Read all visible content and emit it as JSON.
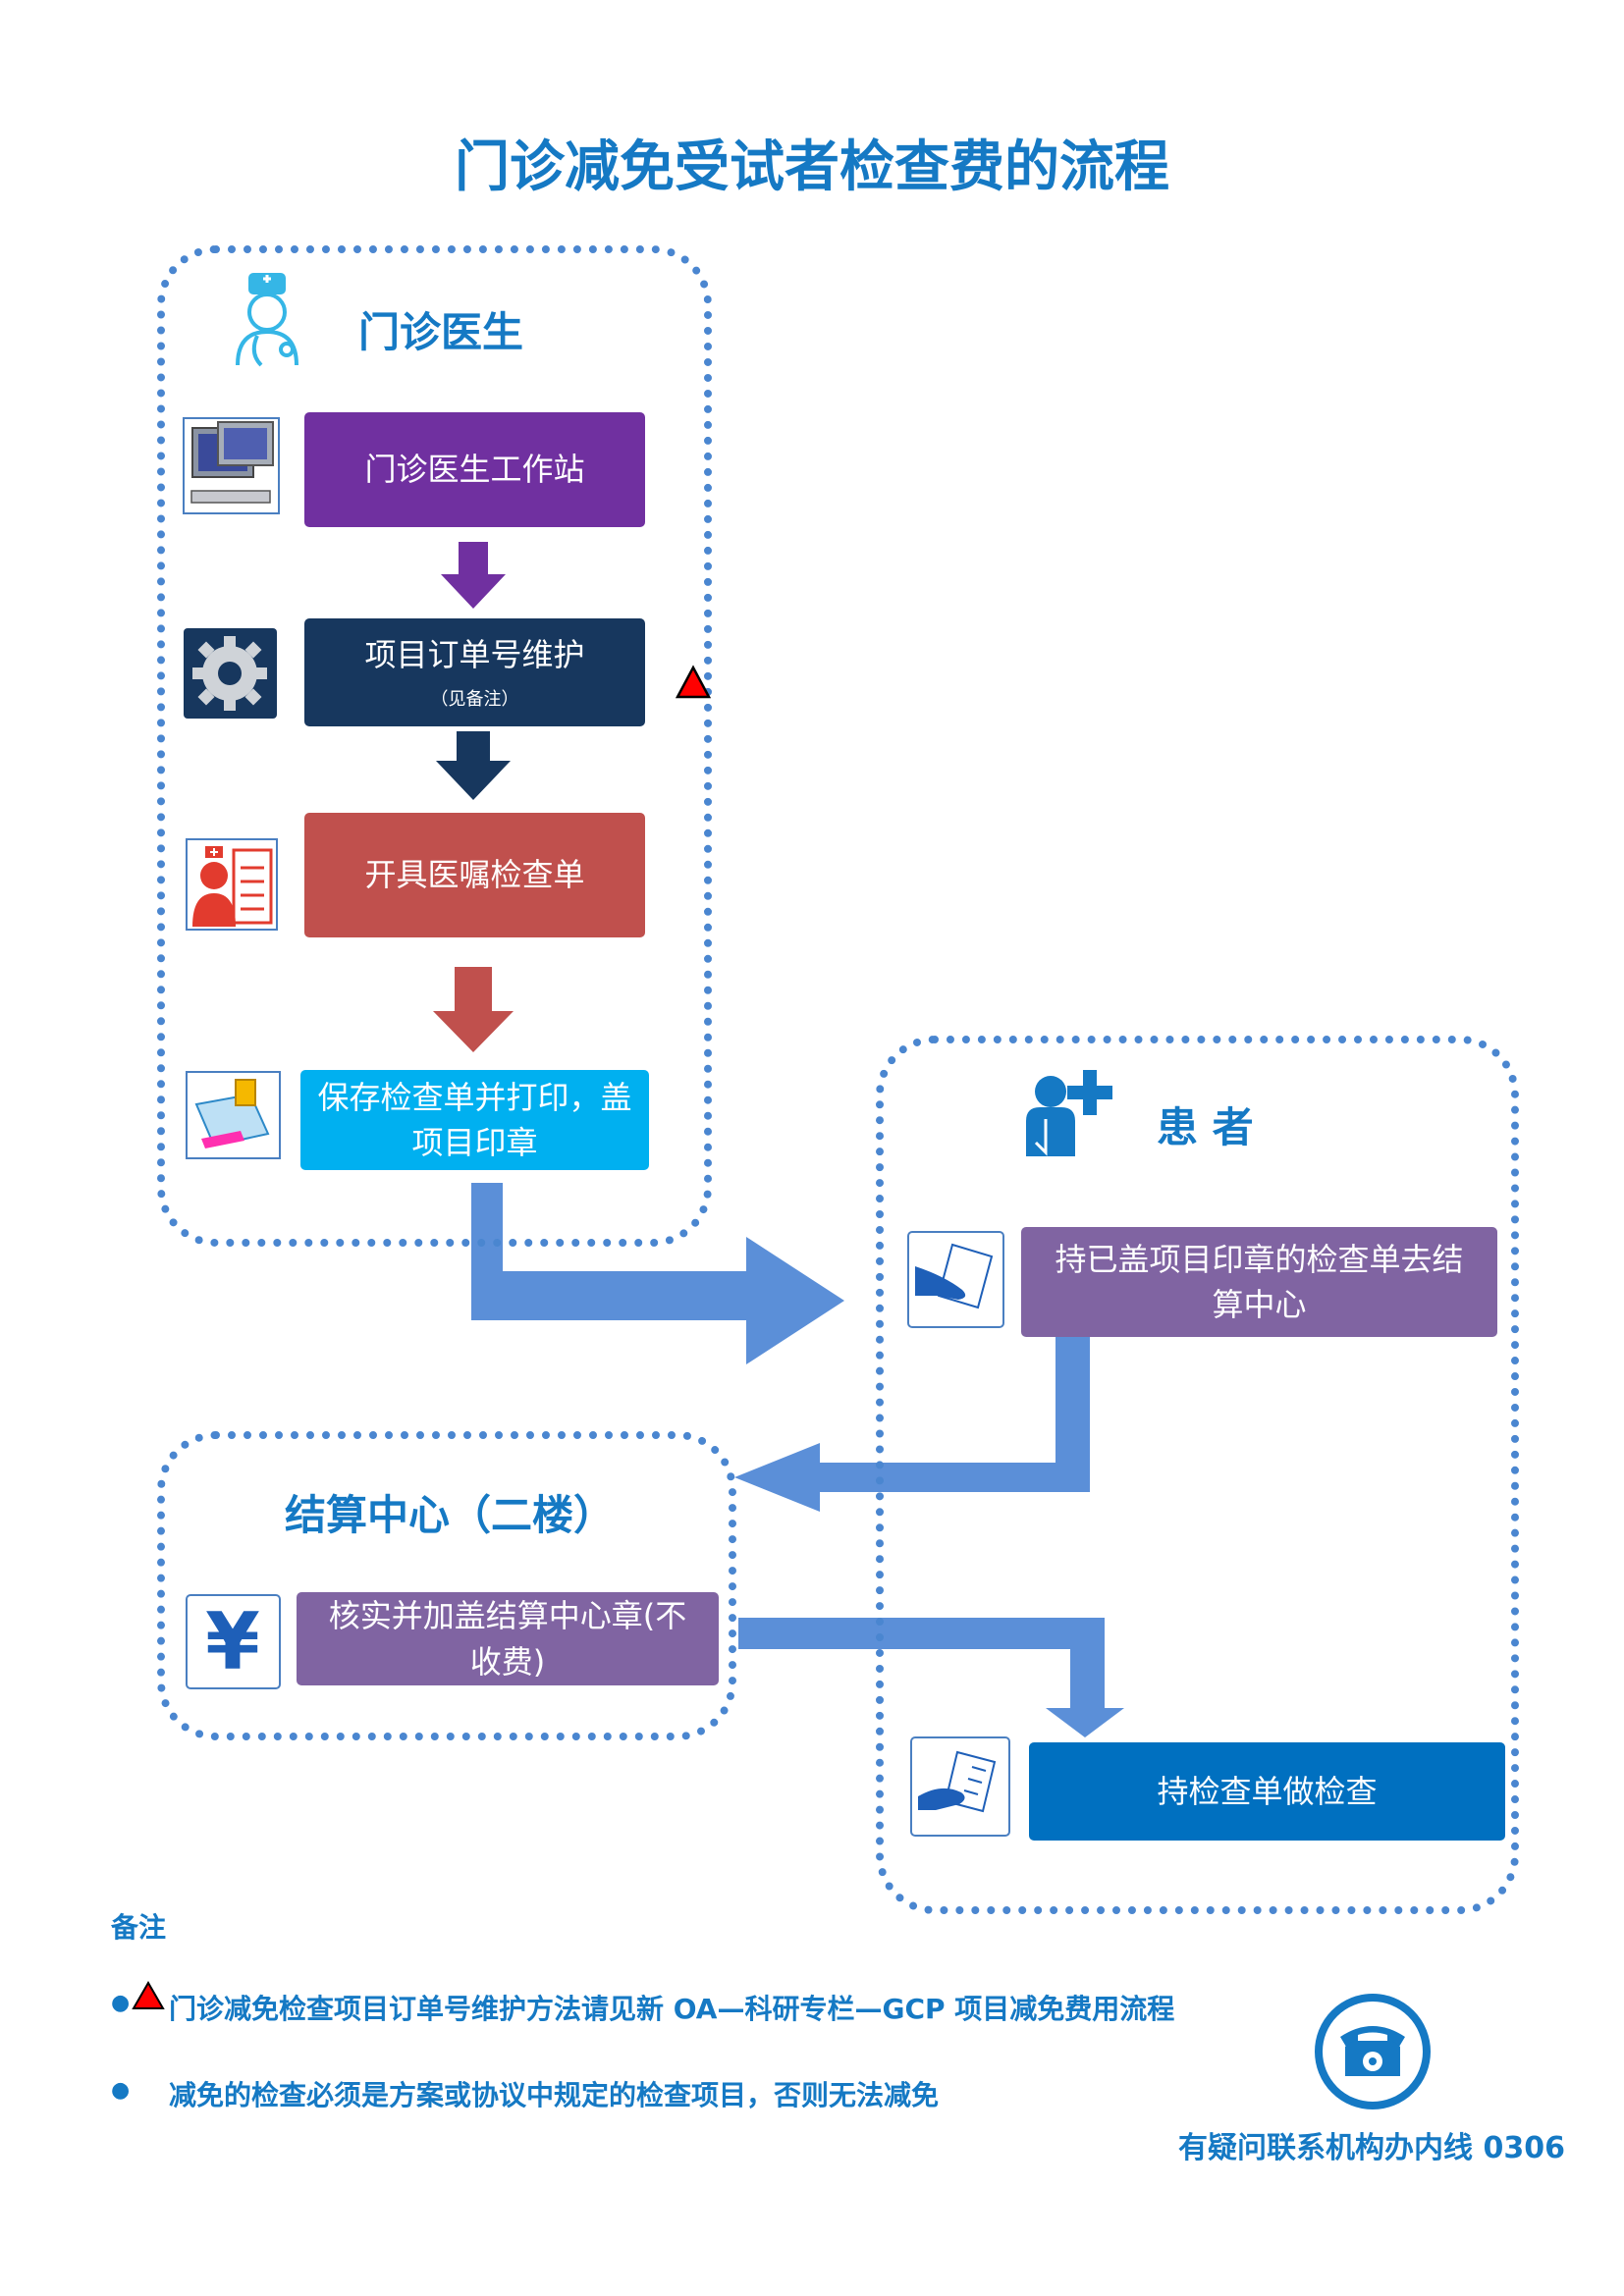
{
  "title": "门诊减免受试者检查费的流程",
  "groups": {
    "doctor": {
      "title": "门诊医生"
    },
    "patient": {
      "title": "患 者"
    },
    "settlement": {
      "title": "结算中心（二楼）"
    }
  },
  "steps": {
    "workstation": "门诊医生工作站",
    "maintain": "项目订单号维护",
    "maintain_note": "（见备注）",
    "order": "开具医嘱检查单",
    "print_line1": "保存检查单并打印，盖",
    "print_line2": "项目印章",
    "go_settle_line1": "持已盖项目印章的检查单去结",
    "go_settle_line2": "算中心",
    "verify_line1": "核实并加盖结算中心章(不",
    "verify_line2": "收费)",
    "exam": "持检查单做检查"
  },
  "notes": {
    "heading": "备注",
    "item1": "门诊减免检查项目订单号维护方法请见新 OA—科研专栏—GCP 项目减免费用流程",
    "item2": "减免的检查必须是方案或协议中规定的检查项目，否则无法减免",
    "bullet": "●"
  },
  "contact": "有疑问联系机构办内线 0306",
  "colors": {
    "title_blue": "#1579c4",
    "purple": "#7030a0",
    "navy": "#17375e",
    "red_brown": "#c0504d",
    "cyan": "#00b0f0",
    "lavender": "#8064a2",
    "deep_blue": "#0070c0",
    "flow_blue": "#5b8fd8"
  },
  "icons": [
    "doctor-icon",
    "computer-icon",
    "gear-icon",
    "medical-order-icon",
    "print-stamp-icon",
    "patient-icon",
    "hand-paper-icon",
    "yen-icon",
    "hand-card-icon",
    "warning-triangle-icon",
    "telephone-icon"
  ]
}
